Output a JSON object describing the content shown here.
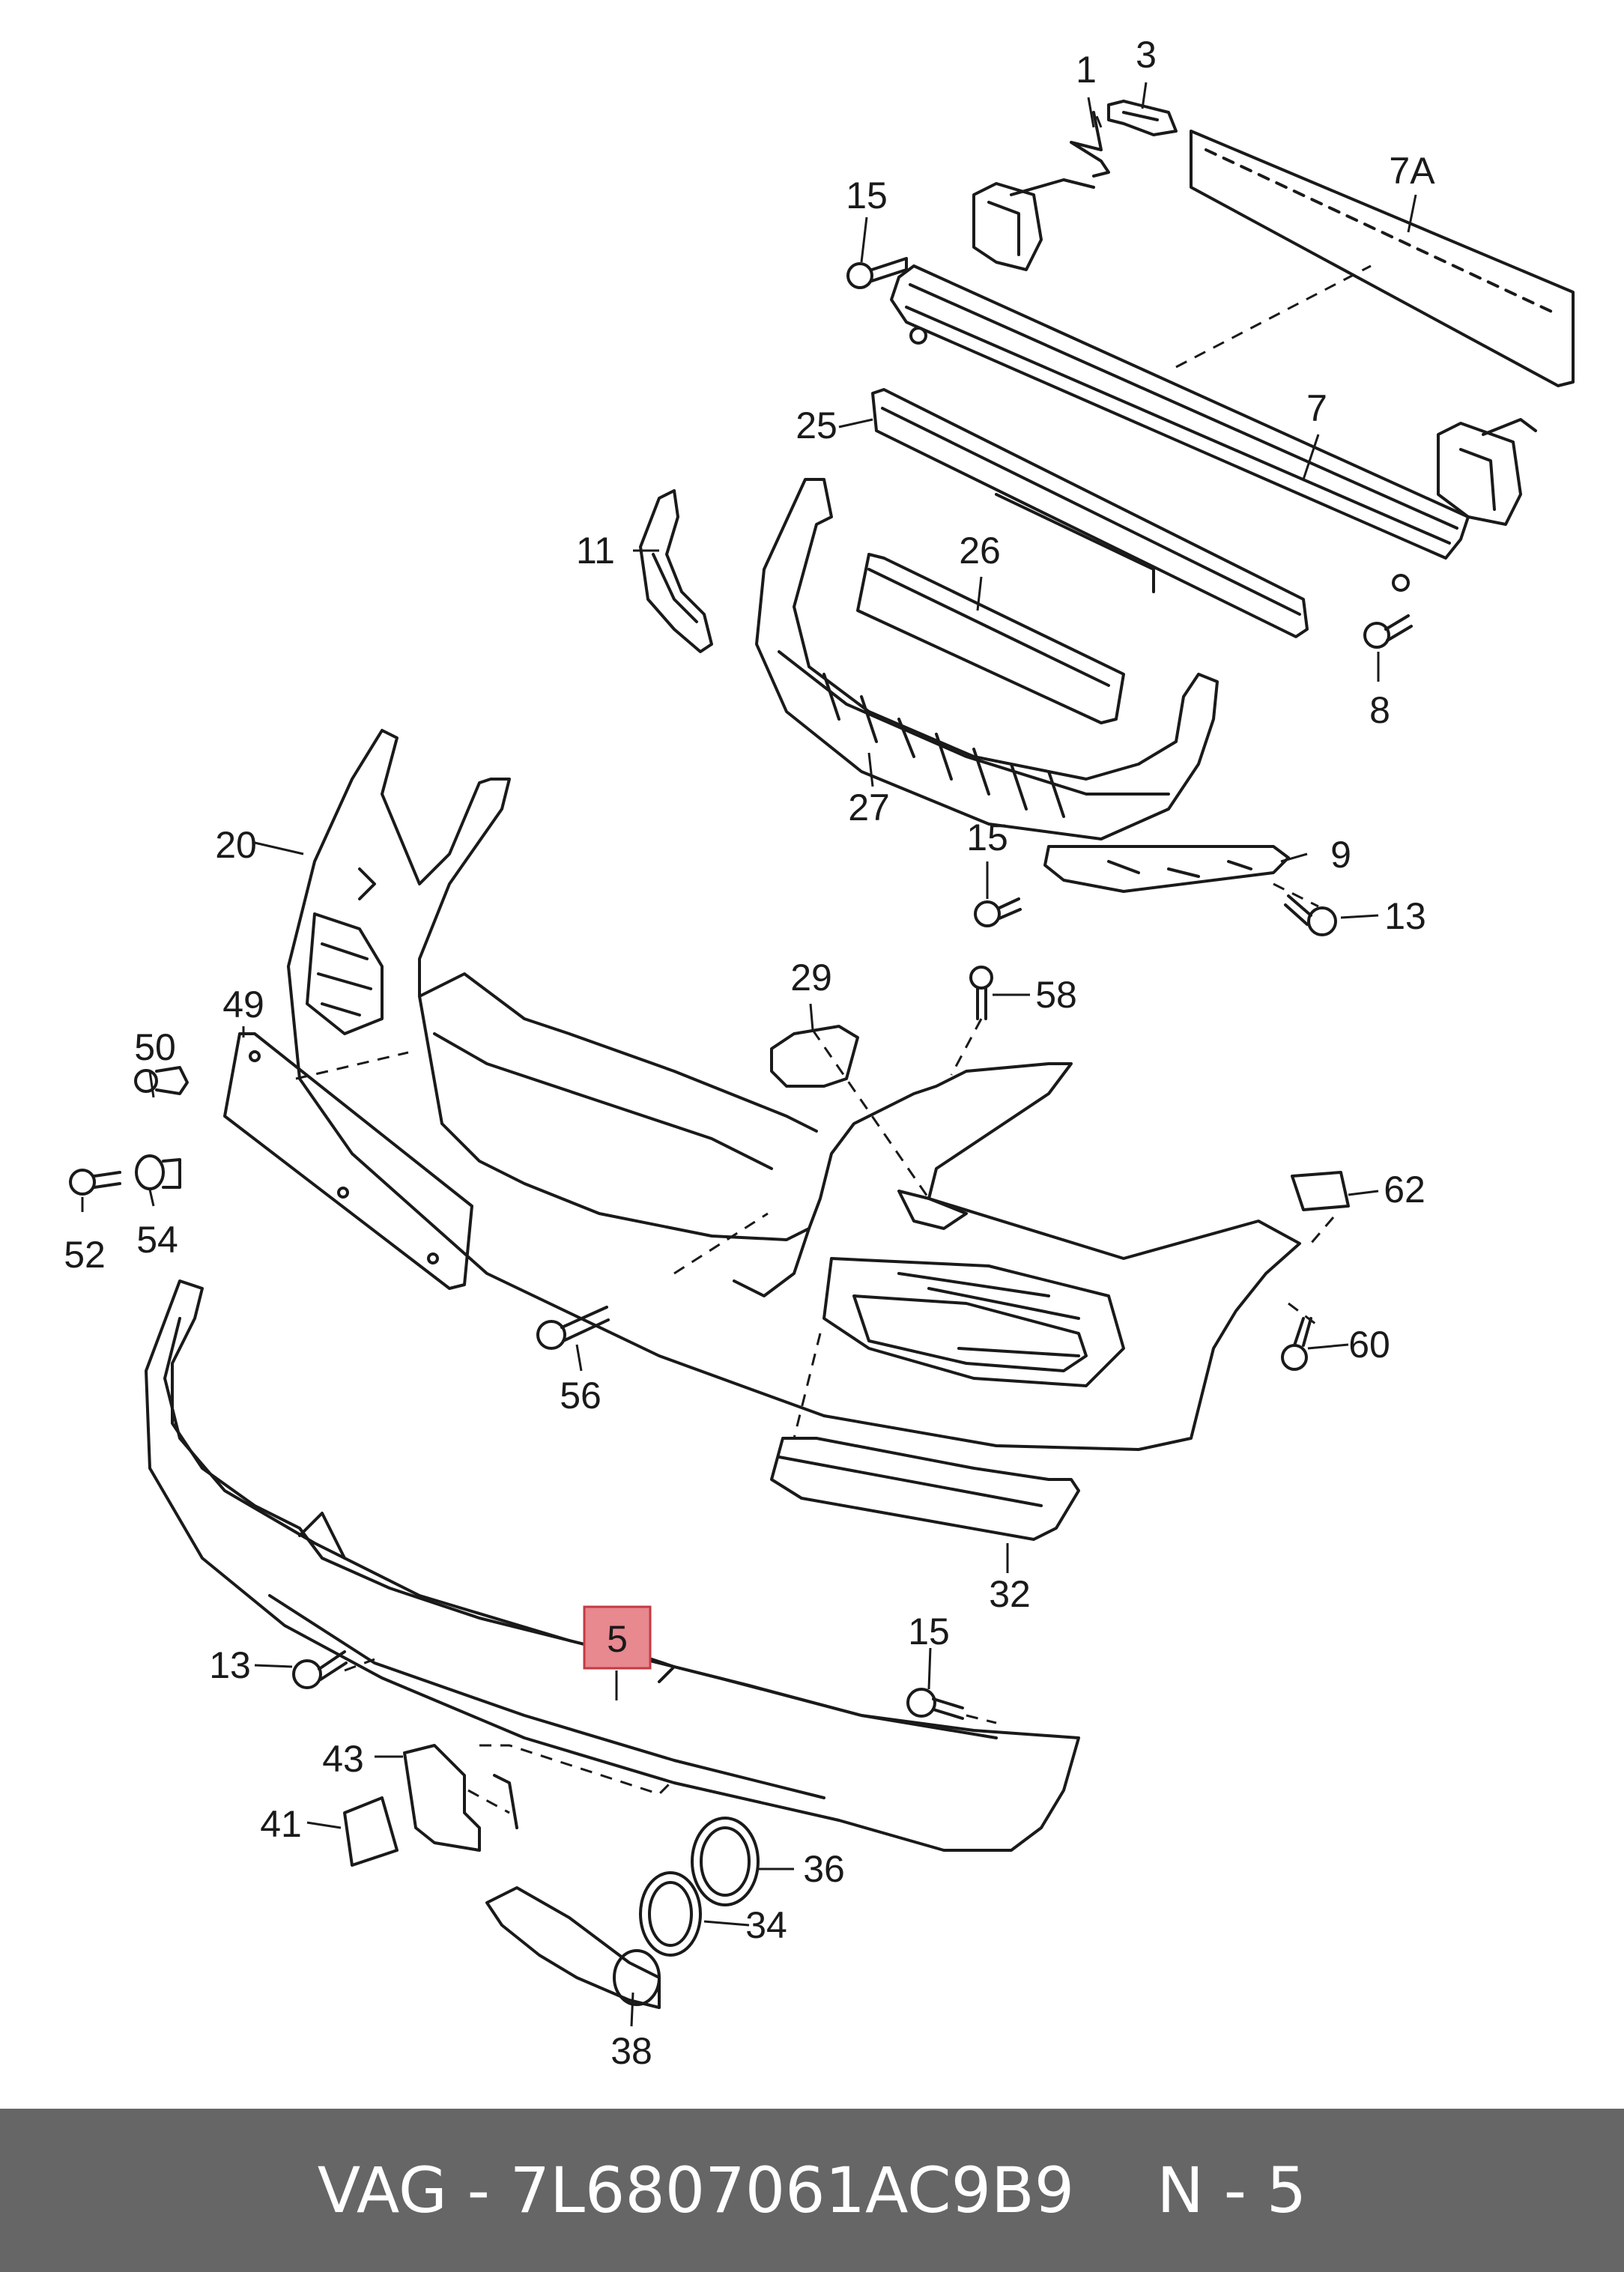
{
  "footer": {
    "brand_part": "VAG - 7L6807061AC9B9",
    "position": "N - 5"
  },
  "colors": {
    "highlight": "#e8888f",
    "footer_bg": "#666666",
    "line": "#1a1a1a"
  },
  "callouts": [
    "1",
    "3",
    "7A",
    "15",
    "7",
    "25",
    "8",
    "11",
    "26",
    "27",
    "20",
    "15",
    "9",
    "13",
    "29",
    "58",
    "49",
    "50",
    "62",
    "52",
    "54",
    "60",
    "56",
    "32",
    "5",
    "13",
    "15",
    "43",
    "41",
    "36",
    "34",
    "38"
  ],
  "highlighted": "5"
}
